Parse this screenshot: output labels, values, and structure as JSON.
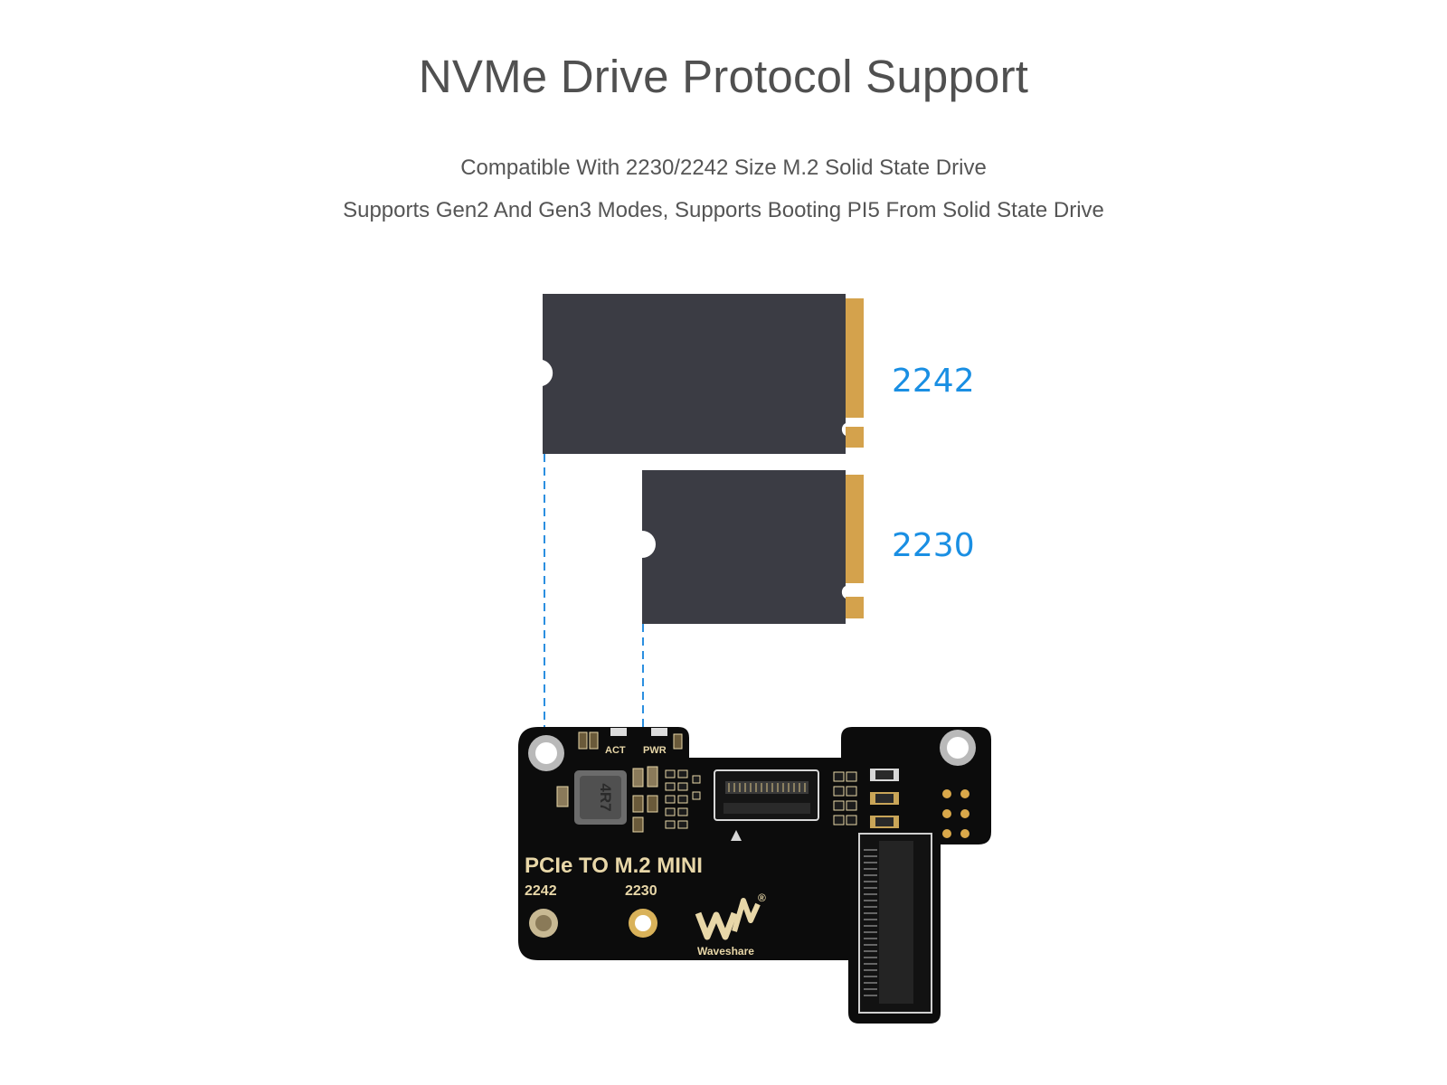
{
  "header": {
    "title": "NVMe Drive Protocol Support",
    "line1": "Compatible With 2230/2242 Size M.2 Solid State Drive",
    "line2": "Supports Gen2 And Gen3 Modes, Supports Booting PI5 From Solid State Drive"
  },
  "drives": {
    "large_label": "2242",
    "small_label": "2230"
  },
  "board": {
    "title": "PCIe TO M.2 MINI",
    "hole_2242": "2242",
    "hole_2230": "2230",
    "led_act": "ACT",
    "led_pwr": "PWR",
    "inductor": "4R7",
    "brand": "Waveshare",
    "registered": "®"
  },
  "colors": {
    "drive_body": "#3b3c44",
    "gold_contacts": "#d4a24c",
    "size_label": "#1a8fe3",
    "dashed_guide": "#2b8fe0",
    "pcb": "#0c0c0c",
    "silkscreen": "#e8d7a8"
  }
}
